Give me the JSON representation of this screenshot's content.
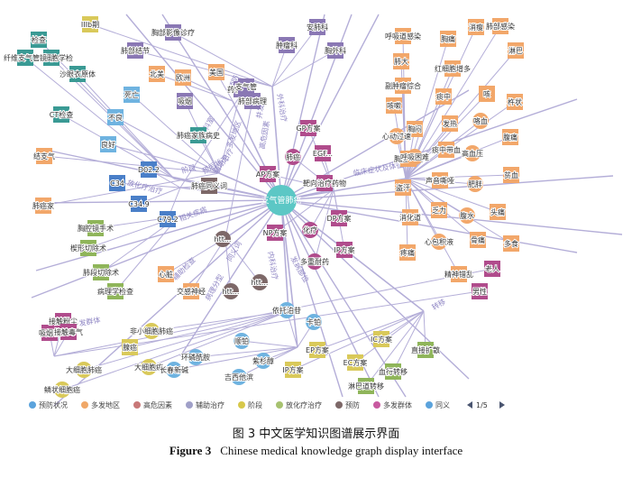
{
  "caption": {
    "cn": "图 3   中文医学知识图谱展示界面",
    "en_label": "Figure 3",
    "en_text": "Chinese medical knowledge graph display interface"
  },
  "center_node": {
    "label": "支气管肺癌",
    "color": "#5cc7c5"
  },
  "legend": {
    "items": [
      {
        "label": "预防状况",
        "color": "#5ba3dc"
      },
      {
        "label": "多发地区",
        "color": "#f0a868"
      },
      {
        "label": "高危因素",
        "color": "#c87878"
      },
      {
        "label": "辅助治疗",
        "color": "#a0a0c8"
      },
      {
        "label": "阶段",
        "color": "#d7c84a"
      },
      {
        "label": "放化疗治疗",
        "color": "#a7c270"
      },
      {
        "label": "预防",
        "color": "#7d6868"
      },
      {
        "label": "多发群体",
        "color": "#c85aa0"
      },
      {
        "label": "同义",
        "color": "#5ba3dc"
      }
    ],
    "pager": "1/5"
  },
  "palette": {
    "teal": "#3a9a94",
    "blue": "#4a7fc8",
    "lightblue": "#6fb3e0",
    "orange": "#f2a76a",
    "magenta": "#b04c8c",
    "purple": "#8a78b4",
    "brown": "#7d6868",
    "yellow": "#d9c95a",
    "green": "#8fb55a",
    "edge": "#b4aed8",
    "edgelabel": "#8f86c4"
  },
  "nodes": [
    {
      "label": "胸部影像诊疗",
      "color": "#8a78b4",
      "shape": "rect"
    },
    {
      "label": "IIIb期",
      "color": "#d9c95a",
      "shape": "rect"
    },
    {
      "label": "肺部结节",
      "color": "#8a78b4",
      "shape": "rect"
    },
    {
      "label": "安肺科",
      "color": "#8a78b4",
      "shape": "rect"
    },
    {
      "label": "肿瘤科",
      "color": "#8a78b4",
      "shape": "rect"
    },
    {
      "label": "胸外科",
      "color": "#8a78b4",
      "shape": "rect"
    },
    {
      "label": "检查",
      "color": "#3a9a94",
      "shape": "rect"
    },
    {
      "label": "痰液细胞学检",
      "color": "#3a9a94",
      "shape": "rect"
    },
    {
      "label": "纤维支气管镜",
      "color": "#3a9a94",
      "shape": "rect"
    },
    {
      "label": "沙眼衣原体",
      "color": "#3a9a94",
      "shape": "rect"
    },
    {
      "label": "CT检查",
      "color": "#3a9a94",
      "shape": "rect"
    },
    {
      "label": "北美",
      "color": "#f2a76a",
      "shape": "rect"
    },
    {
      "label": "欧洲",
      "color": "#f2a76a",
      "shape": "rect"
    },
    {
      "label": "美国",
      "color": "#f2a76a",
      "shape": "rect"
    },
    {
      "label": "吸烟",
      "color": "#8a78b4",
      "shape": "rect"
    },
    {
      "label": "药物治疗",
      "color": "#8a78b4",
      "shape": "rect"
    },
    {
      "label": "死亡",
      "color": "#6fb3e0",
      "shape": "rect"
    },
    {
      "label": "不良",
      "color": "#6fb3e0",
      "shape": "rect"
    },
    {
      "label": "良好",
      "color": "#6fb3e0",
      "shape": "rect"
    },
    {
      "label": "肺癌家族病史",
      "color": "#3a9a94",
      "shape": "rect"
    },
    {
      "label": "结支气",
      "color": "#f2a76a",
      "shape": "rect"
    },
    {
      "label": "肺癌家",
      "color": "#f2a76a",
      "shape": "rect"
    },
    {
      "label": "C34",
      "color": "#4a7fc8",
      "shape": "rect"
    },
    {
      "label": "D02.2",
      "color": "#4a7fc8",
      "shape": "rect"
    },
    {
      "label": "C34.9",
      "color": "#4a7fc8",
      "shape": "rect"
    },
    {
      "label": "C79.2",
      "color": "#4a7fc8",
      "shape": "rect"
    },
    {
      "label": "肺癌同义词",
      "color": "#7d6868",
      "shape": "rect"
    },
    {
      "label": "支气管",
      "color": "#8a78b4",
      "shape": "rect"
    },
    {
      "label": "胸腔镜手术",
      "color": "#8fb55a",
      "shape": "rect"
    },
    {
      "label": "楔形切除术",
      "color": "#8fb55a",
      "shape": "rect"
    },
    {
      "label": "肺段切除术",
      "color": "#8fb55a",
      "shape": "rect"
    },
    {
      "label": "病理学检查",
      "color": "#8fb55a",
      "shape": "rect"
    },
    {
      "label": "肺部病理",
      "color": "#8a78b4",
      "shape": "rect"
    },
    {
      "label": "心脏",
      "color": "#f2a76a",
      "shape": "rect"
    },
    {
      "label": "交感神经",
      "color": "#f2a76a",
      "shape": "rect"
    },
    {
      "label": "htt...",
      "color": "#7d6868",
      "shape": "circle"
    },
    {
      "label": "htt...",
      "color": "#7d6868",
      "shape": "circle"
    },
    {
      "label": "htt...",
      "color": "#7d6868",
      "shape": "circle"
    },
    {
      "label": "GP方案",
      "color": "#b04c8c",
      "shape": "rect"
    },
    {
      "label": "肺癌",
      "color": "#b04c8c",
      "shape": "circle"
    },
    {
      "label": "EGF...",
      "color": "#b04c8c",
      "shape": "rect"
    },
    {
      "label": "AP方案",
      "color": "#b04c8c",
      "shape": "rect"
    },
    {
      "label": "靶向治疗药物",
      "color": "#b04c8c",
      "shape": "rect"
    },
    {
      "label": "DP方案",
      "color": "#b04c8c",
      "shape": "rect"
    },
    {
      "label": "NP方案",
      "color": "#b04c8c",
      "shape": "rect"
    },
    {
      "label": "化疗",
      "color": "#b04c8c",
      "shape": "circle"
    },
    {
      "label": "IP方案",
      "color": "#b04c8c",
      "shape": "rect"
    },
    {
      "label": "多重耐药",
      "color": "#b04c8c",
      "shape": "circle"
    },
    {
      "label": "呼吸道感染",
      "color": "#f2a76a",
      "shape": "rect"
    },
    {
      "label": "胸痛",
      "color": "#f2a76a",
      "shape": "rect"
    },
    {
      "label": "肺部感染",
      "color": "#f2a76a",
      "shape": "rect"
    },
    {
      "label": "肺大",
      "color": "#f2a76a",
      "shape": "rect"
    },
    {
      "label": "红细胞增多",
      "color": "#f2a76a",
      "shape": "rect"
    },
    {
      "label": "副肿瘤综合",
      "color": "#f2a76a",
      "shape": "rect"
    },
    {
      "label": "咳",
      "color": "#f2a76a",
      "shape": "rect"
    },
    {
      "label": "消瘦",
      "color": "#f2a76a",
      "shape": "rect"
    },
    {
      "label": "淋巴",
      "color": "#f2a76a",
      "shape": "rect"
    },
    {
      "label": "痰中",
      "color": "#f2a76a",
      "shape": "rect"
    },
    {
      "label": "咳嗽",
      "color": "#f2a76a",
      "shape": "rect"
    },
    {
      "label": "杵状",
      "color": "#f2a76a",
      "shape": "rect"
    },
    {
      "label": "胸闷",
      "color": "#f2a76a",
      "shape": "rect"
    },
    {
      "label": "发热",
      "color": "#f2a76a",
      "shape": "rect"
    },
    {
      "label": "咯血",
      "color": "#f2a76a",
      "shape": "circle"
    },
    {
      "label": "心动过速",
      "color": "#f2a76a",
      "shape": "circle"
    },
    {
      "label": "胸腔积液",
      "color": "#f2a76a",
      "shape": "rect"
    },
    {
      "label": "高血压",
      "color": "#f2a76a",
      "shape": "circle"
    },
    {
      "label": "呼吸困难",
      "color": "#f2a76a",
      "shape": "circle"
    },
    {
      "label": "痰中带血",
      "color": "#f2a76a",
      "shape": "rect"
    },
    {
      "label": "腹痛",
      "color": "#f2a76a",
      "shape": "rect"
    },
    {
      "label": "盗汗",
      "color": "#f2a76a",
      "shape": "rect"
    },
    {
      "label": "声音嘶哑",
      "color": "#f2a76a",
      "shape": "rect"
    },
    {
      "label": "肥胖",
      "color": "#f2a76a",
      "shape": "circle"
    },
    {
      "label": "贫血",
      "color": "#f2a76a",
      "shape": "rect"
    },
    {
      "label": "乏力",
      "color": "#f2a76a",
      "shape": "rect"
    },
    {
      "label": "腹水",
      "color": "#f2a76a",
      "shape": "circle"
    },
    {
      "label": "消化道",
      "color": "#f2a76a",
      "shape": "rect"
    },
    {
      "label": "头痛",
      "color": "#f2a76a",
      "shape": "rect"
    },
    {
      "label": "心包积液",
      "color": "#f2a76a",
      "shape": "circle"
    },
    {
      "label": "骨痛",
      "color": "#f2a76a",
      "shape": "rect"
    },
    {
      "label": "疼痛",
      "color": "#f2a76a",
      "shape": "rect"
    },
    {
      "label": "多食",
      "color": "#f2a76a",
      "shape": "rect"
    },
    {
      "label": "精神错乱",
      "color": "#f2a76a",
      "shape": "rect"
    },
    {
      "label": "老人",
      "color": "#b04c8c",
      "shape": "rect"
    },
    {
      "label": "男性",
      "color": "#b04c8c",
      "shape": "rect"
    },
    {
      "label": "吸烟者",
      "color": "#b04c8c",
      "shape": "rect"
    },
    {
      "label": "接触粉尘",
      "color": "#b04c8c",
      "shape": "rect"
    },
    {
      "label": "接触毒气",
      "color": "#b04c8c",
      "shape": "rect"
    },
    {
      "label": "大细胞肺癌",
      "color": "#d9c95a",
      "shape": "circle"
    },
    {
      "label": "鳞状细胞癌",
      "color": "#d9c95a",
      "shape": "circle"
    },
    {
      "label": "非小细胞肺癌",
      "color": "#d9c95a",
      "shape": "circle"
    },
    {
      "label": "腺癌",
      "color": "#d9c95a",
      "shape": "rect"
    },
    {
      "label": "大细胞癌",
      "color": "#d9c95a",
      "shape": "circle"
    },
    {
      "label": "环磷酰胺",
      "color": "#6fb3e0",
      "shape": "circle"
    },
    {
      "label": "长春新碱",
      "color": "#6fb3e0",
      "shape": "circle"
    },
    {
      "label": "依托泊苷",
      "color": "#6fb3e0",
      "shape": "circle"
    },
    {
      "label": "卡铂",
      "color": "#6fb3e0",
      "shape": "circle"
    },
    {
      "label": "顺铂",
      "color": "#6fb3e0",
      "shape": "circle"
    },
    {
      "label": "紫杉醇",
      "color": "#6fb3e0",
      "shape": "circle"
    },
    {
      "label": "吉西他滨",
      "color": "#6fb3e0",
      "shape": "circle"
    },
    {
      "label": "IP方案",
      "color": "#d9c95a",
      "shape": "rect"
    },
    {
      "label": "EP方案",
      "color": "#d9c95a",
      "shape": "rect"
    },
    {
      "label": "IC方案",
      "color": "#d9c95a",
      "shape": "rect"
    },
    {
      "label": "EC方案",
      "color": "#d9c95a",
      "shape": "rect"
    },
    {
      "label": "血行转移",
      "color": "#8fb55a",
      "shape": "rect"
    },
    {
      "label": "淋巴道转移",
      "color": "#8fb55a",
      "shape": "rect"
    },
    {
      "label": "直接扩散",
      "color": "#8fb55a",
      "shape": "rect"
    }
  ],
  "edge_labels": [
    "预防",
    "就诊科室",
    "多发地区",
    "高危因素",
    "辅助治疗",
    "阶段",
    "并发症",
    "临床症状及体征",
    "放化疗治疗",
    "相关疾病",
    "转移",
    "发病部位",
    "多发群体",
    "同义词",
    "辅助检查",
    "预后状况",
    "内科治疗",
    "外科治疗",
    "病理分型"
  ]
}
